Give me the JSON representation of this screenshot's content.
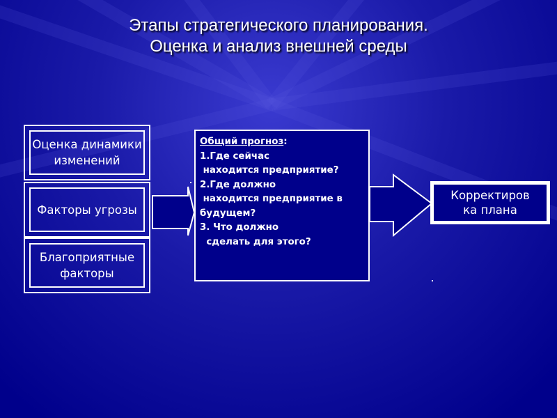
{
  "title": {
    "line1": "Этапы стратегического планирования.",
    "line2": "Оценка и анализ внешней среды"
  },
  "factors": [
    {
      "label": "Оценка динамики\nизменений"
    },
    {
      "label": "Факторы угрозы"
    },
    {
      "label": "Благоприятные\nфакторы"
    }
  ],
  "forecast": {
    "heading": "Общий прогноз",
    "heading_suffix": ":",
    "lines": [
      "1.Где сейчас",
      " находится предприятие?",
      "2.Где должно",
      " находится предприятие в",
      "будущем?",
      "3. Что должно",
      "  сделать для этого?"
    ]
  },
  "result": {
    "label": "Корректиров\nка плана"
  },
  "colors": {
    "background": "#00008b",
    "stroke": "#ffffff"
  }
}
